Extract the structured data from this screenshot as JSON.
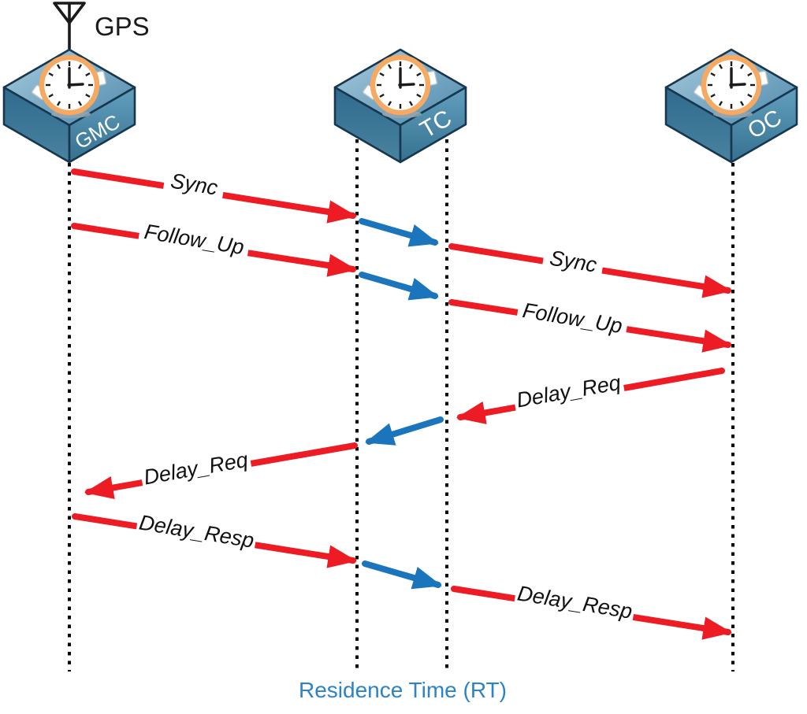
{
  "diagram": {
    "caption": "Residence Time (RT)",
    "gps_label": "GPS",
    "devices": [
      {
        "id": "gmc",
        "label": "GMC"
      },
      {
        "id": "tc",
        "label": "TC"
      },
      {
        "id": "oc",
        "label": "OC"
      }
    ],
    "messages": [
      {
        "label": "Sync",
        "from": "GMC",
        "to": "TC",
        "color": "red"
      },
      {
        "label": "",
        "from": "TC-ingress",
        "to": "TC-egress",
        "color": "blue"
      },
      {
        "label": "Follow_Up",
        "from": "GMC",
        "to": "TC",
        "color": "red"
      },
      {
        "label": "",
        "from": "TC-ingress",
        "to": "TC-egress",
        "color": "blue"
      },
      {
        "label": "Sync",
        "from": "TC",
        "to": "OC",
        "color": "red"
      },
      {
        "label": "Follow_Up",
        "from": "TC",
        "to": "OC",
        "color": "red"
      },
      {
        "label": "Delay_Req",
        "from": "OC",
        "to": "TC",
        "color": "red"
      },
      {
        "label": "",
        "from": "TC-egress",
        "to": "TC-ingress",
        "color": "blue"
      },
      {
        "label": "Delay_Req",
        "from": "TC",
        "to": "GMC",
        "color": "red"
      },
      {
        "label": "Delay_Resp",
        "from": "GMC",
        "to": "TC",
        "color": "red"
      },
      {
        "label": "",
        "from": "TC-ingress",
        "to": "TC-egress",
        "color": "blue"
      },
      {
        "label": "Delay_Resp",
        "from": "TC",
        "to": "OC",
        "color": "red"
      }
    ],
    "colors": {
      "ptp_message": "#ED1C24",
      "residence_hop": "#1B75BC",
      "caption": "#2E82C6",
      "lifeline": "#000000",
      "device_outline": "#16374F",
      "clock_ring": "#F5A962"
    }
  }
}
